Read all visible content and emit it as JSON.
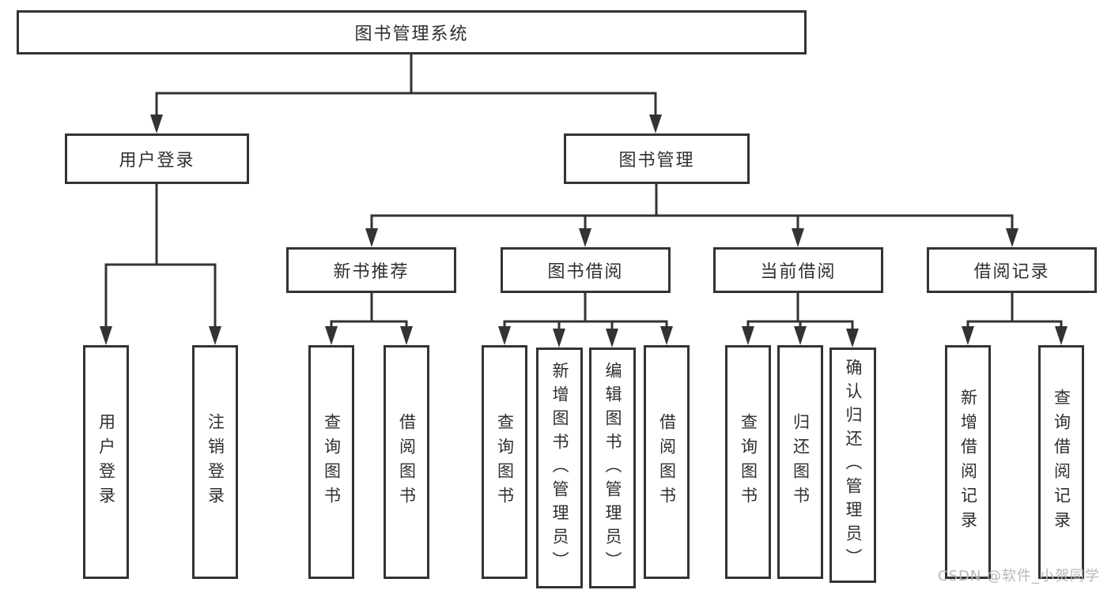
{
  "diagram": {
    "tree": {
      "label": "图书管理系统",
      "children": [
        {
          "label": "用户登录",
          "children": [
            {
              "label": "用户登录"
            },
            {
              "label": "注销登录"
            }
          ]
        },
        {
          "label": "图书管理",
          "children": [
            {
              "label": "新书推荐",
              "children": [
                {
                  "label": "查询图书"
                },
                {
                  "label": "借阅图书"
                }
              ]
            },
            {
              "label": "图书借阅",
              "children": [
                {
                  "label": "查询图书"
                },
                {
                  "label": "新增图书（管理员）"
                },
                {
                  "label": "编辑图书（管理员）"
                },
                {
                  "label": "借阅图书"
                }
              ]
            },
            {
              "label": "当前借阅",
              "children": [
                {
                  "label": "查询图书"
                },
                {
                  "label": "归还图书"
                },
                {
                  "label": "确认归还（管理员）"
                }
              ]
            },
            {
              "label": "借阅记录",
              "children": [
                {
                  "label": "新增借阅记录"
                },
                {
                  "label": "查询借阅记录"
                }
              ]
            }
          ]
        }
      ]
    },
    "colors": {
      "line": "#333333",
      "box_border": "#333333",
      "box_fill": "#ffffff",
      "text": "#2f2f2f",
      "background": "#ffffff"
    }
  },
  "watermark": {
    "text": "CSDN @软件_小贺同学",
    "color": "#b7b7b7"
  }
}
